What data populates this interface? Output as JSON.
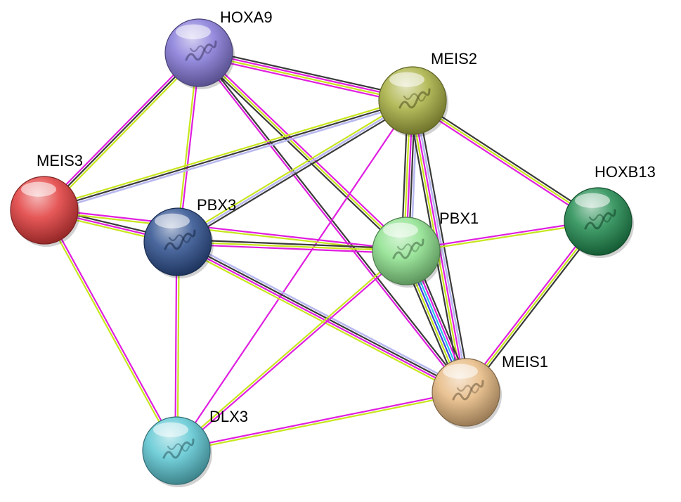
{
  "nodes": [
    {
      "id": "HOXA9",
      "label": "HOXA9",
      "color": "#8478d8",
      "hasStructure": true
    },
    {
      "id": "MEIS2",
      "label": "MEIS2",
      "color": "#a8b040",
      "hasStructure": true
    },
    {
      "id": "MEIS3",
      "label": "MEIS3",
      "color": "#e23a3a",
      "hasStructure": false
    },
    {
      "id": "PBX3",
      "label": "PBX3",
      "color": "#2c4f8e",
      "hasStructure": true
    },
    {
      "id": "PBX1",
      "label": "PBX1",
      "color": "#8ce08c",
      "hasStructure": true
    },
    {
      "id": "HOXB13",
      "label": "HOXB13",
      "color": "#1f8a4f",
      "hasStructure": true
    },
    {
      "id": "MEIS1",
      "label": "MEIS1",
      "color": "#e6b880",
      "hasStructure": true
    },
    {
      "id": "DLX3",
      "label": "DLX3",
      "color": "#5cc6d2",
      "hasStructure": true
    }
  ],
  "edge_colors": {
    "magenta": "#e01ee0",
    "yellow": "#c8e61e",
    "black": "#3a3a3a",
    "lavender": "#b8b8f0",
    "cyan": "#28c8e8",
    "blue": "#4040e0"
  },
  "edges": [
    {
      "source": "HOXA9",
      "target": "MEIS2",
      "types": [
        "black",
        "magenta",
        "yellow",
        "magenta"
      ]
    },
    {
      "source": "HOXA9",
      "target": "MEIS3",
      "types": [
        "yellow",
        "black",
        "magenta"
      ]
    },
    {
      "source": "HOXA9",
      "target": "PBX3",
      "types": [
        "magenta",
        "yellow"
      ]
    },
    {
      "source": "HOXA9",
      "target": "PBX1",
      "types": [
        "magenta",
        "yellow",
        "black"
      ]
    },
    {
      "source": "HOXA9",
      "target": "MEIS1",
      "types": [
        "black",
        "magenta"
      ]
    },
    {
      "source": "MEIS2",
      "target": "MEIS3",
      "types": [
        "lavender",
        "black",
        "yellow"
      ]
    },
    {
      "source": "MEIS2",
      "target": "PBX3",
      "types": [
        "black",
        "lavender",
        "yellow"
      ]
    },
    {
      "source": "MEIS2",
      "target": "PBX1",
      "types": [
        "lavender",
        "black",
        "magenta",
        "yellow",
        "black"
      ]
    },
    {
      "source": "MEIS2",
      "target": "HOXB13",
      "types": [
        "black",
        "yellow",
        "magenta"
      ]
    },
    {
      "source": "MEIS2",
      "target": "MEIS1",
      "types": [
        "black",
        "lavender",
        "magenta",
        "yellow",
        "black"
      ]
    },
    {
      "source": "MEIS2",
      "target": "DLX3",
      "types": [
        "magenta"
      ]
    },
    {
      "source": "MEIS3",
      "target": "PBX3",
      "types": [
        "black",
        "magenta",
        "yellow"
      ]
    },
    {
      "source": "MEIS3",
      "target": "PBX1",
      "types": [
        "magenta",
        "yellow"
      ]
    },
    {
      "source": "MEIS3",
      "target": "DLX3",
      "types": [
        "magenta",
        "yellow"
      ]
    },
    {
      "source": "PBX3",
      "target": "PBX1",
      "types": [
        "black",
        "yellow",
        "magenta"
      ]
    },
    {
      "source": "PBX3",
      "target": "MEIS1",
      "types": [
        "lavender",
        "black",
        "magenta",
        "yellow"
      ]
    },
    {
      "source": "PBX3",
      "target": "DLX3",
      "types": [
        "yellow",
        "magenta"
      ]
    },
    {
      "source": "PBX1",
      "target": "HOXB13",
      "types": [
        "magenta",
        "yellow"
      ]
    },
    {
      "source": "PBX1",
      "target": "MEIS1",
      "types": [
        "black",
        "magenta",
        "cyan",
        "blue",
        "yellow",
        "black"
      ]
    },
    {
      "source": "PBX1",
      "target": "DLX3",
      "types": [
        "magenta",
        "yellow"
      ]
    },
    {
      "source": "HOXB13",
      "target": "MEIS1",
      "types": [
        "black",
        "yellow",
        "magenta"
      ]
    },
    {
      "source": "MEIS1",
      "target": "DLX3",
      "types": [
        "yellow",
        "magenta"
      ]
    }
  ]
}
